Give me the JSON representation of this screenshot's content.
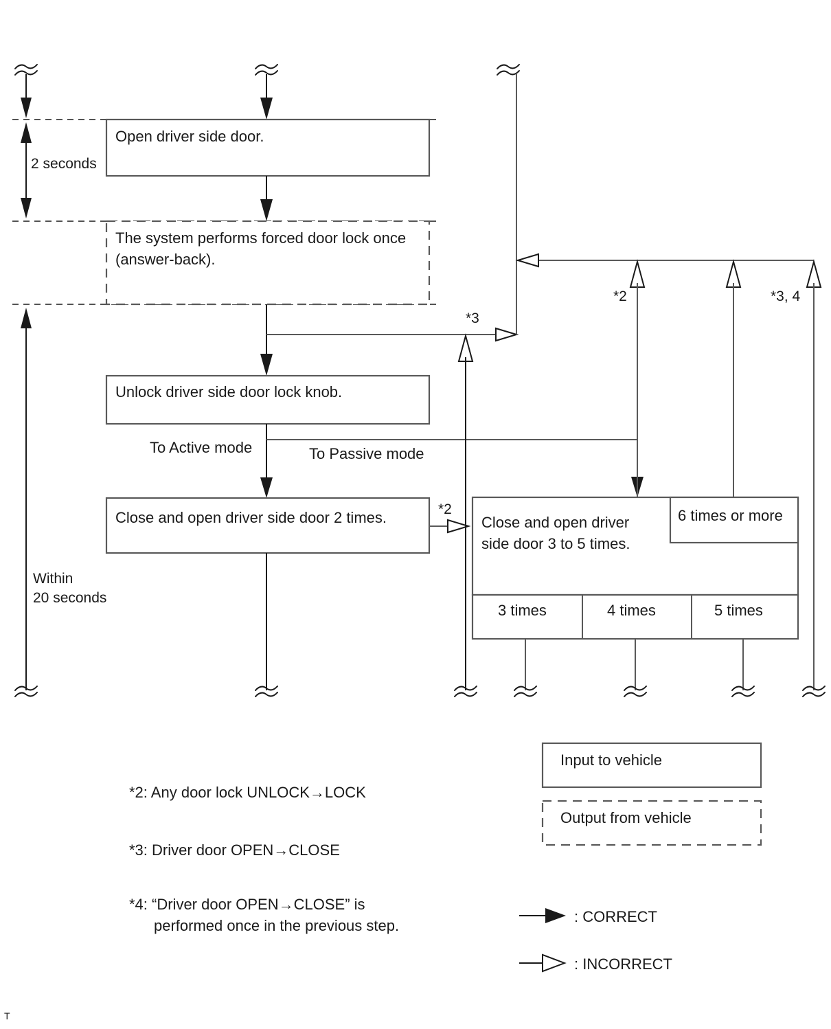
{
  "diagram": {
    "title_marker": "T",
    "boxes": {
      "open_door": "Open driver side door.",
      "forced_lock_l1": "The system performs forced door lock once",
      "forced_lock_l2": "(answer-back).",
      "unlock_knob": "Unlock driver side door lock knob.",
      "close_open_2": "Close and open driver side door 2 times.",
      "close_open_35_l1": "Close and open driver",
      "close_open_35_l2": "side door 3 to 5 times.",
      "six_or_more": "6 times or more"
    },
    "table_cells": [
      "3 times",
      "4 times",
      "5 times"
    ],
    "timing": {
      "two_seconds": "2 seconds",
      "within_l1": "Within",
      "within_l2": "20 seconds"
    },
    "branch_labels": {
      "active": "To Active mode",
      "passive": "To Passive mode"
    },
    "markers": {
      "star2_a": "*2",
      "star2_b": "*2",
      "star3_a": "*3",
      "star34": "*3, 4"
    }
  },
  "footnotes": [
    "*2: Any door lock UNLOCK→LOCK",
    "*3: Driver door OPEN→CLOSE",
    "*4: “Driver door OPEN→CLOSE” is",
    "    performed once in the previous step."
  ],
  "footnote_4": {
    "line1": "*4: “Driver door OPEN→CLOSE” is",
    "line2": "performed once in the previous step."
  },
  "legend": {
    "input_box": "Input to vehicle",
    "output_box": "Output from vehicle",
    "correct": ": CORRECT",
    "incorrect": ": INCORRECT"
  },
  "colors": {
    "stroke": "#1a1a1a",
    "box_stroke": "#595959",
    "background": "#ffffff"
  }
}
